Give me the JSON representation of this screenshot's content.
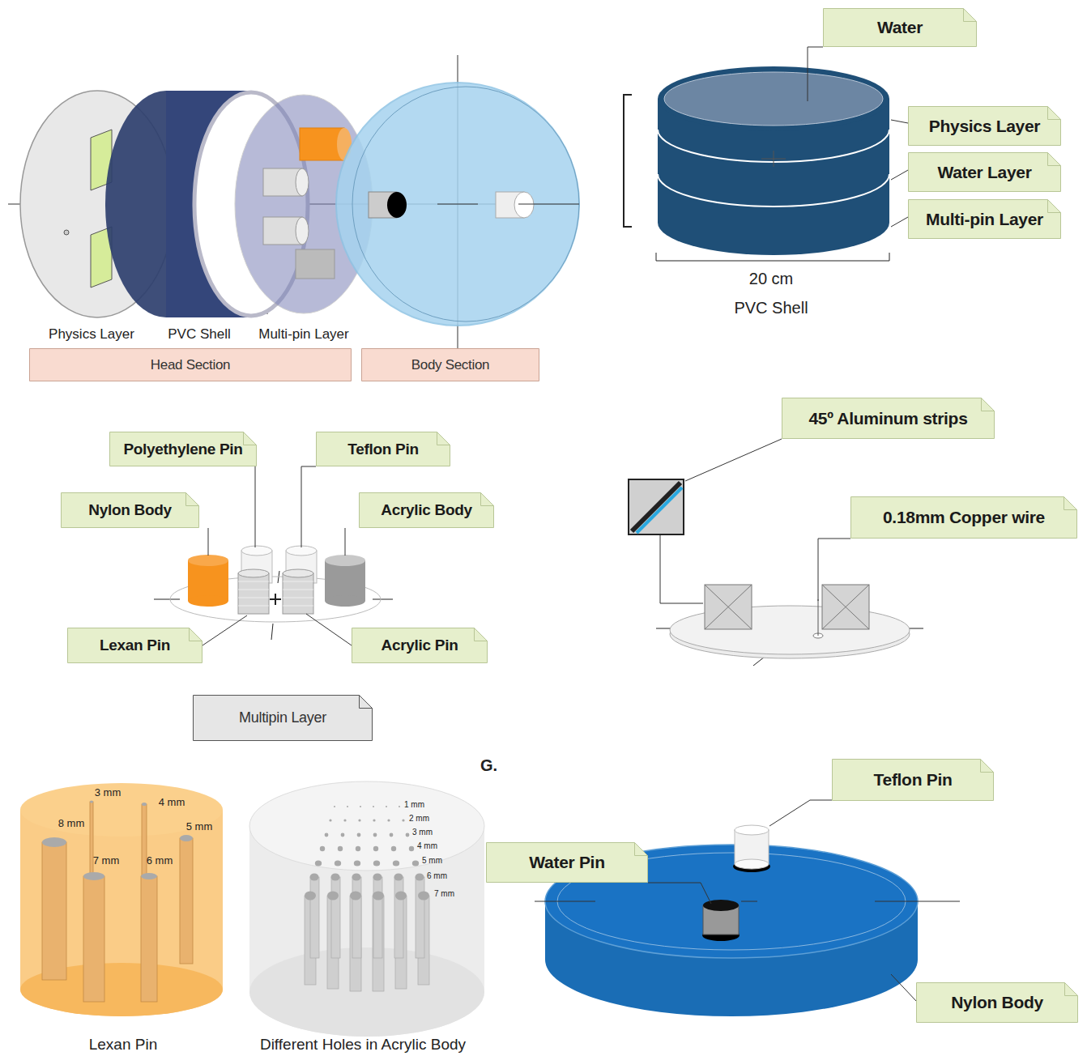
{
  "diagram": {
    "nodes": [
      {
        "text": [
          "Head Section"
        ]
      },
      {
        "text": [
          "Body Section"
        ]
      },
      {
        "text": [
          "Water"
        ]
      },
      {
        "text": [
          "Physics Layer"
        ]
      },
      {
        "text": [
          "Water Layer"
        ]
      },
      {
        "text": [
          "Multi-pin Layer"
        ]
      },
      {
        "text": [
          "Polyethylene Pin"
        ]
      },
      {
        "text": [
          "Teflon Pin"
        ]
      },
      {
        "text": [
          "Nylon Body"
        ]
      },
      {
        "text": [
          "Acrylic Body"
        ]
      },
      {
        "text": [
          "Lexan Pin"
        ]
      },
      {
        "text": [
          "Acrylic Pin"
        ]
      },
      {
        "text": [
          "Multipin Layer"
        ]
      },
      {
        "text": [
          "45º Aluminum strips"
        ]
      },
      {
        "text": [
          "0.18mm Copper wire"
        ]
      },
      {
        "text": [
          "Teflon Pin"
        ]
      },
      {
        "text": [
          "Water Pin"
        ]
      },
      {
        "text": [
          "Nylon Body"
        ]
      }
    ],
    "labels": [
      "Physics Layer",
      "PVC Shell",
      "Multi-pin Layer",
      "20 cm",
      "PVC Shell",
      "3 mm",
      "4 mm",
      "8 mm",
      "5 mm",
      "7 mm",
      "6 mm",
      "1 mm",
      "2 mm",
      "3 mm",
      "4 mm",
      "5 mm",
      "6 mm",
      "7 mm",
      "Lexan Pin",
      "Different Holes in Acrylic Body",
      "G."
    ]
  }
}
